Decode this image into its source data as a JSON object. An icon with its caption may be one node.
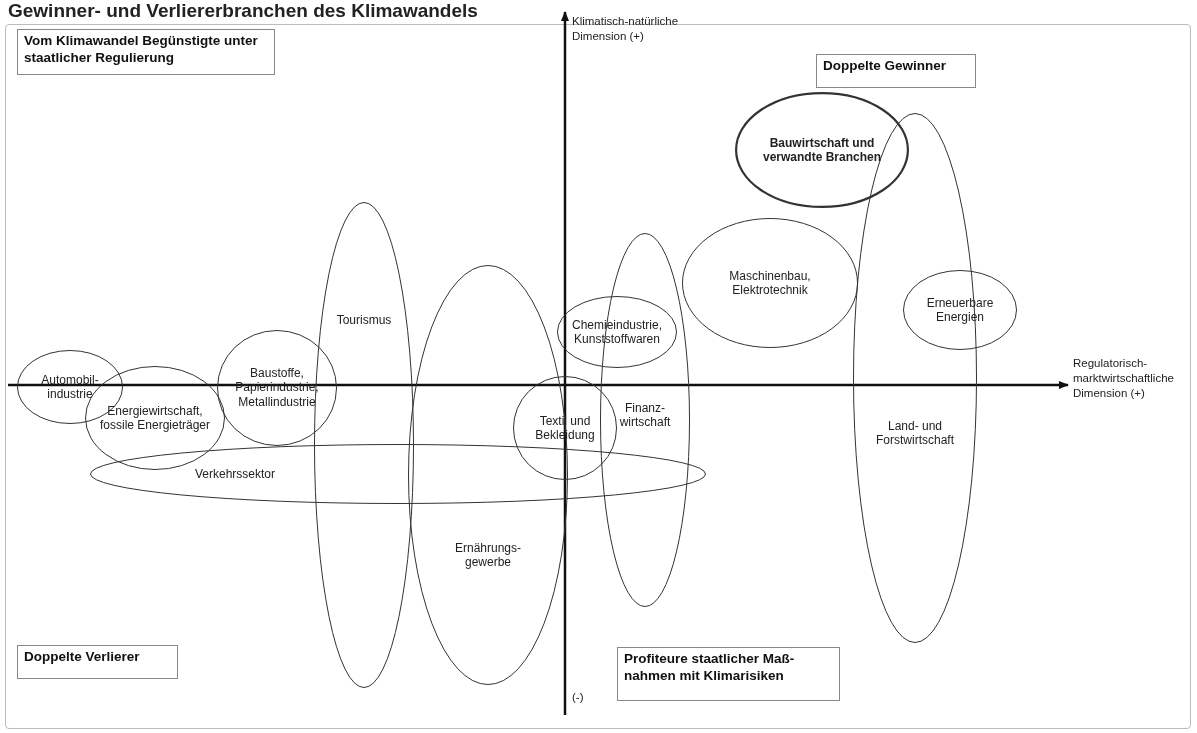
{
  "diagram": {
    "title": "Gewinner- und Verliererbranchen des Klimawandels",
    "nodes": [
      {
        "text": [
          "Vom Klimawandel Begünstigte unter staatlicher Regulierung"
        ]
      },
      {
        "text": [
          "Doppelte Gewinner"
        ]
      },
      {
        "text": [
          "Bauwirtschaft und verwandte Branchen"
        ]
      },
      {
        "text": [
          "Maschinenbau, Elektrotechnik"
        ]
      },
      {
        "text": [
          "Erneuerbare Energien"
        ]
      },
      {
        "text": [
          "Tourismus"
        ]
      },
      {
        "text": [
          "Chemieindustrie, Kunststoffwaren"
        ]
      },
      {
        "text": [
          "Automobil- industrie"
        ]
      },
      {
        "text": [
          "Baustoffe, Papierindustrie, Metallindustrie"
        ]
      },
      {
        "text": [
          "Energiewirtschaft, fossile Energieträger"
        ]
      },
      {
        "text": [
          "Finanz- wirtschaft"
        ]
      },
      {
        "text": [
          "Textil und Bekleidung"
        ]
      },
      {
        "text": [
          "Land- und Forstwirtschaft"
        ]
      },
      {
        "text": [
          "Verkehrssektor"
        ]
      },
      {
        "text": [
          "Ernährungs- gewerbe"
        ]
      },
      {
        "text": [
          "Doppelte Verlierer"
        ]
      },
      {
        "text": [
          "Profiteure staatlicher Maß- nahmen mit Klimarisiken"
        ]
      }
    ],
    "edges": [],
    "labels": [
      "Klimatisch-natürliche Dimension (+)",
      "Regulatorisch-marktwirtschaftliche Dimension (+)",
      "(-)"
    ]
  }
}
